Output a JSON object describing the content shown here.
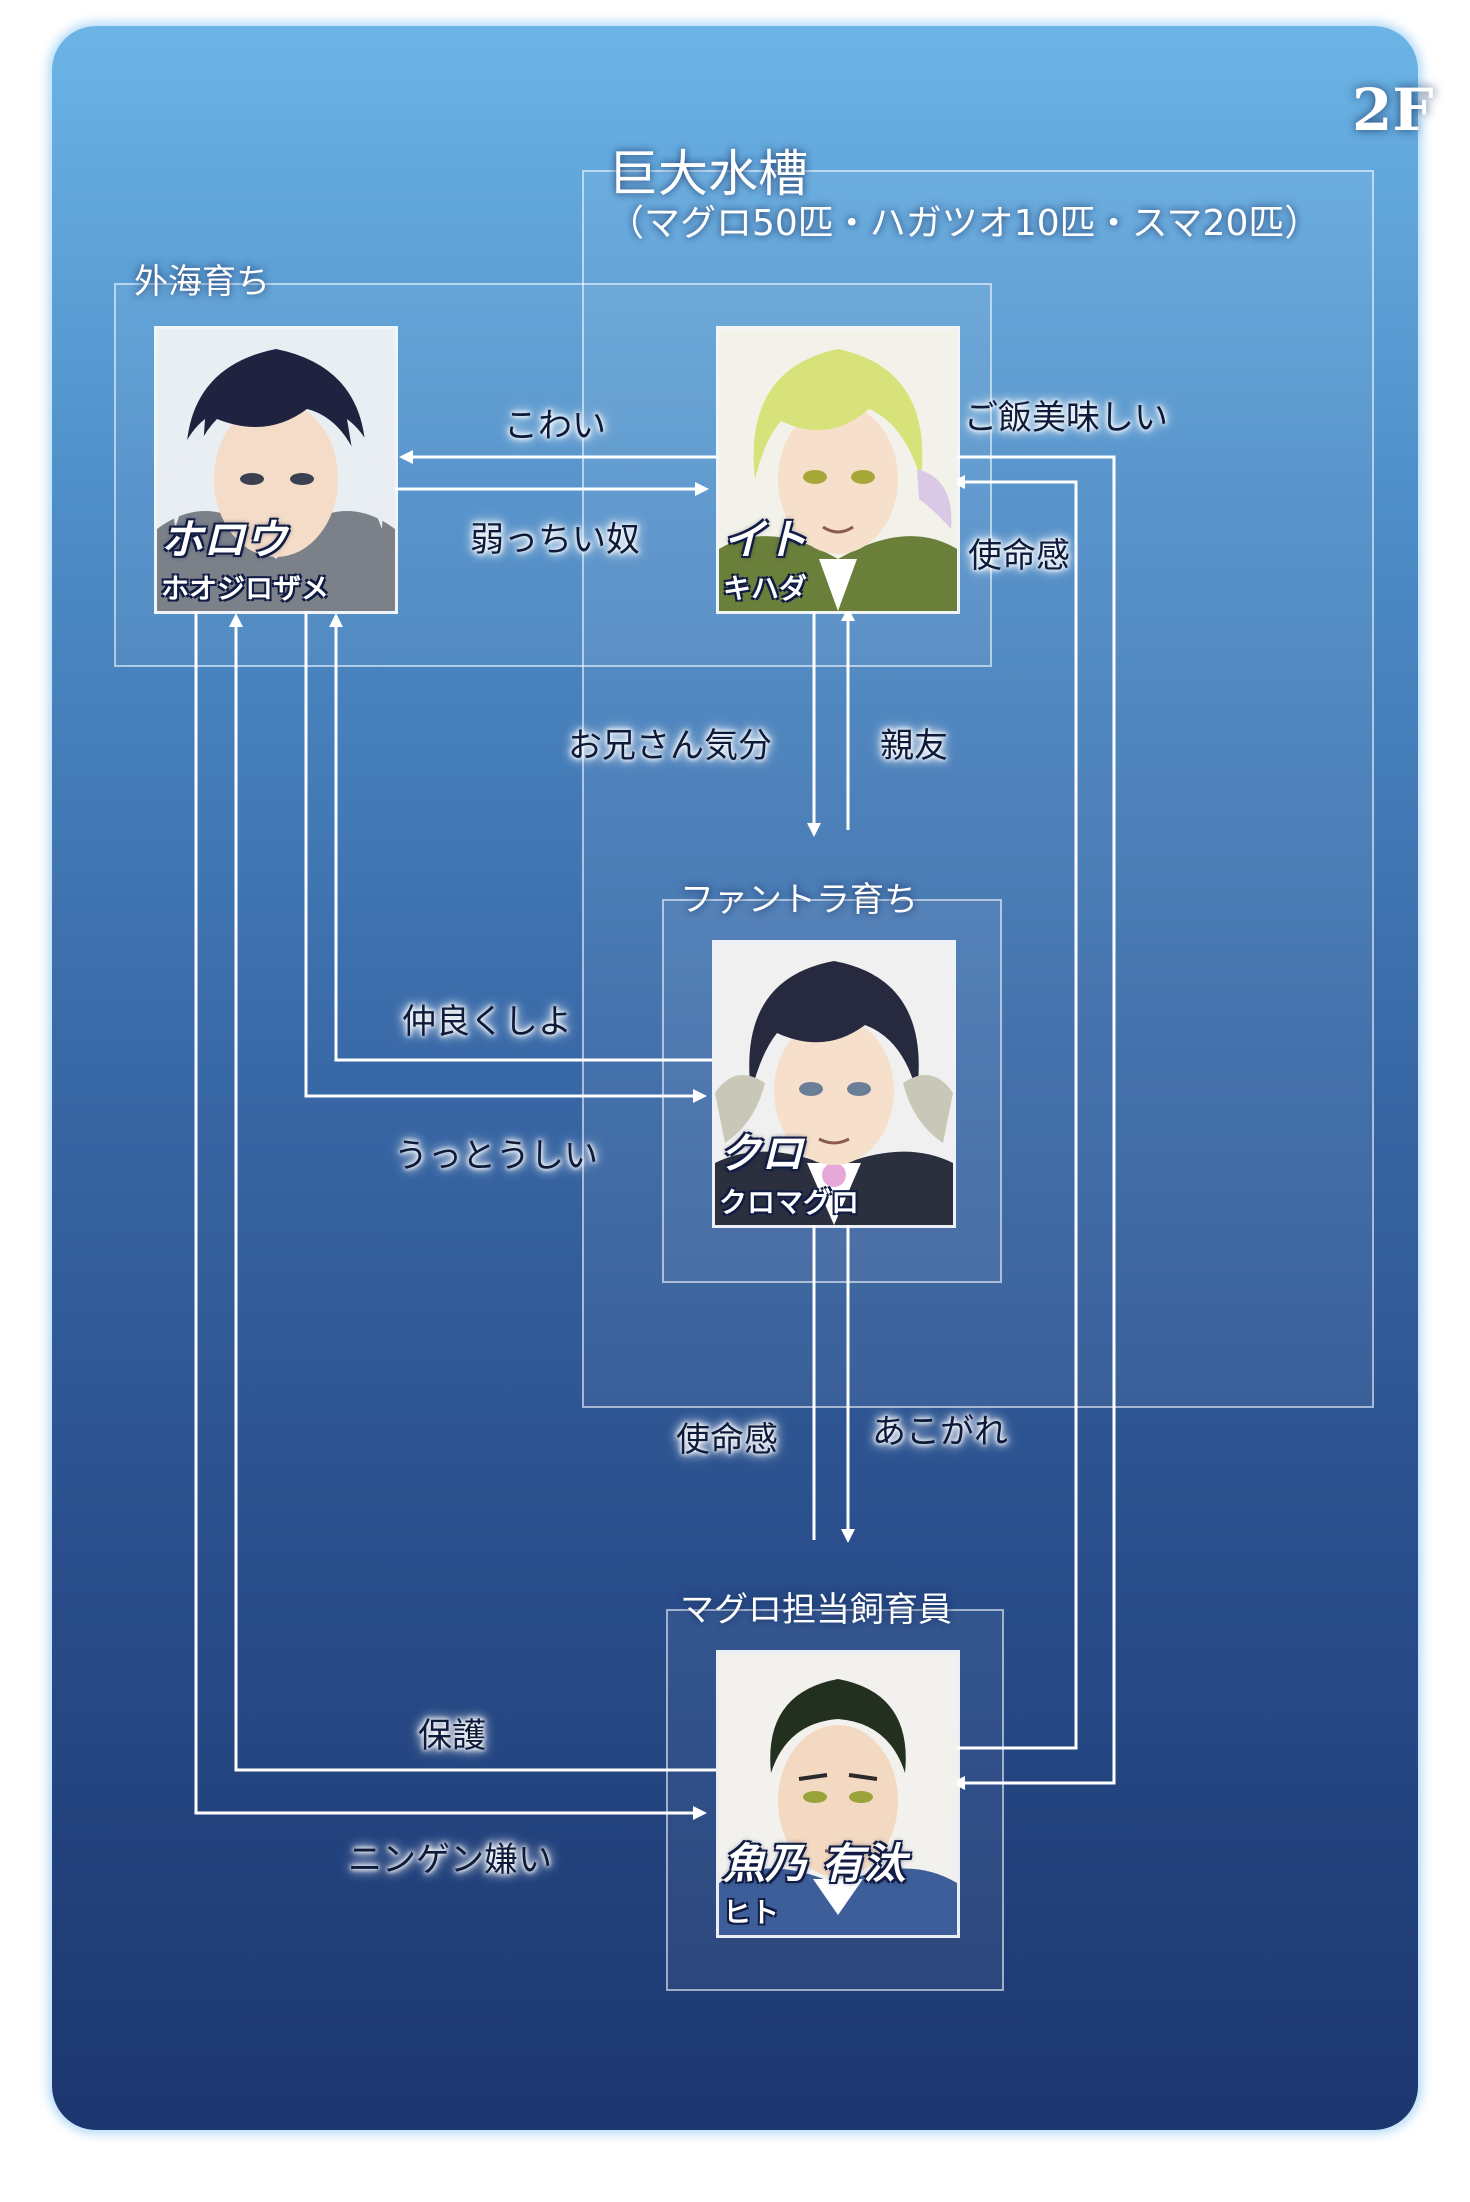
{
  "floor": "2F",
  "groups": {
    "tank": {
      "title": "巨大水槽",
      "subtitle": "（マグロ50匹・ハガツオ10匹・スマ20匹）"
    },
    "outer_sea": {
      "title": "外海育ち"
    },
    "fantora": {
      "title": "ファントラ育ち"
    },
    "keeper": {
      "title": "マグロ担当飼育員"
    }
  },
  "characters": {
    "horou": {
      "name": "ホロウ",
      "species": "ホオジロザメ"
    },
    "ito": {
      "name": "イト",
      "species": "キハダ"
    },
    "kuro": {
      "name": "クロ",
      "species": "クロマグロ"
    },
    "uono": {
      "name": "魚乃 有汰",
      "species": "ヒト"
    }
  },
  "relations": {
    "ito_to_horou": "こわい",
    "horou_to_ito": "弱っちい奴",
    "ito_to_uono": "ご飯美味しい",
    "uono_to_ito": "使命感",
    "ito_to_kuro": "お兄さん気分",
    "kuro_to_ito": "親友",
    "kuro_to_horou": "仲良くしよ",
    "horou_to_kuro": "うっとうしい",
    "uono_to_kuro": "使命感",
    "kuro_to_uono": "あこがれ",
    "uono_to_horou": "保護",
    "horou_to_uono": "ニンゲン嫌い"
  },
  "colors": {
    "gradient_top": "#6cb4e6",
    "gradient_bottom": "#1c366f",
    "arrow": "#ffffff",
    "label_text": "#0e1a3a"
  }
}
